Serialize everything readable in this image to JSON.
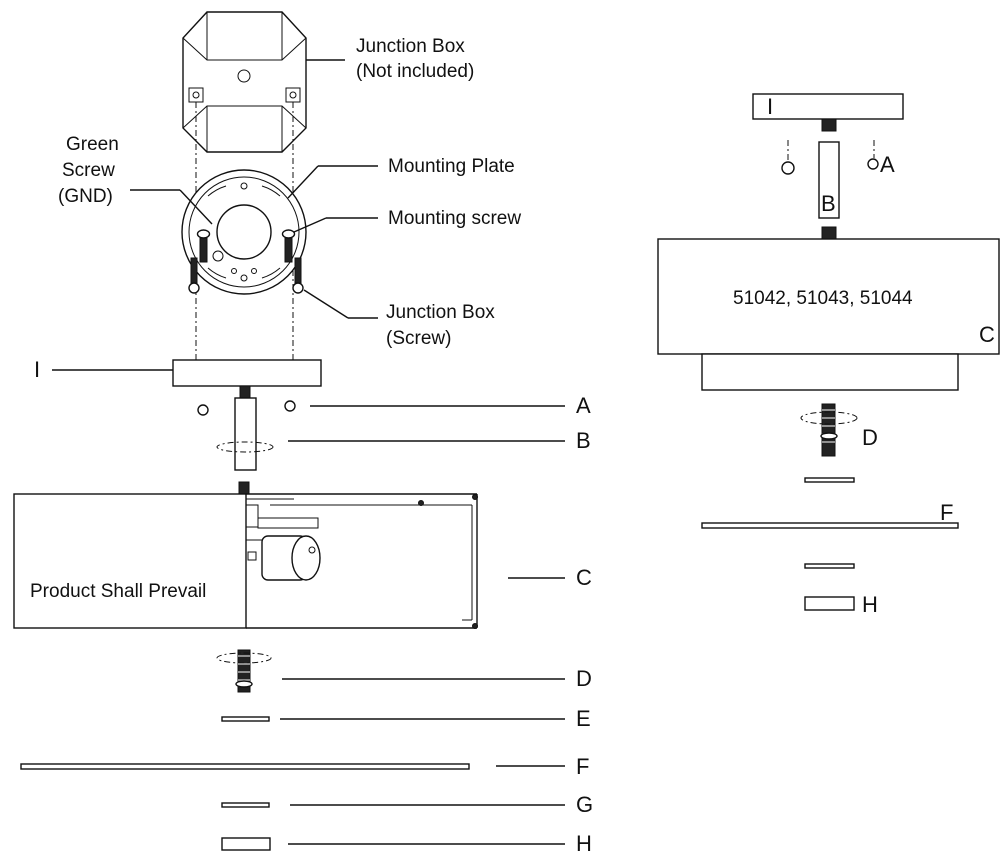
{
  "left_assembly": {
    "junction_box_label": [
      "Junction Box",
      "(Not included)"
    ],
    "green_screw_label": [
      "Green",
      "Screw",
      "(GND)"
    ],
    "mounting_plate_label": "Mounting Plate",
    "mounting_screw_label": "Mounting screw",
    "junction_box_screw_label": [
      "Junction Box",
      "(Screw)"
    ],
    "product_note": "Product Shall Prevail",
    "part_letters": {
      "I": "I",
      "A": "A",
      "B": "B",
      "C": "C",
      "D": "D",
      "E": "E",
      "F": "F",
      "G": "G",
      "H": "H"
    }
  },
  "right_assembly": {
    "model_numbers": "51042, 51043, 51044",
    "part_letters": {
      "I": "I",
      "A": "A",
      "B": "B",
      "C": "C",
      "D": "D",
      "F": "F",
      "H": "H"
    }
  }
}
